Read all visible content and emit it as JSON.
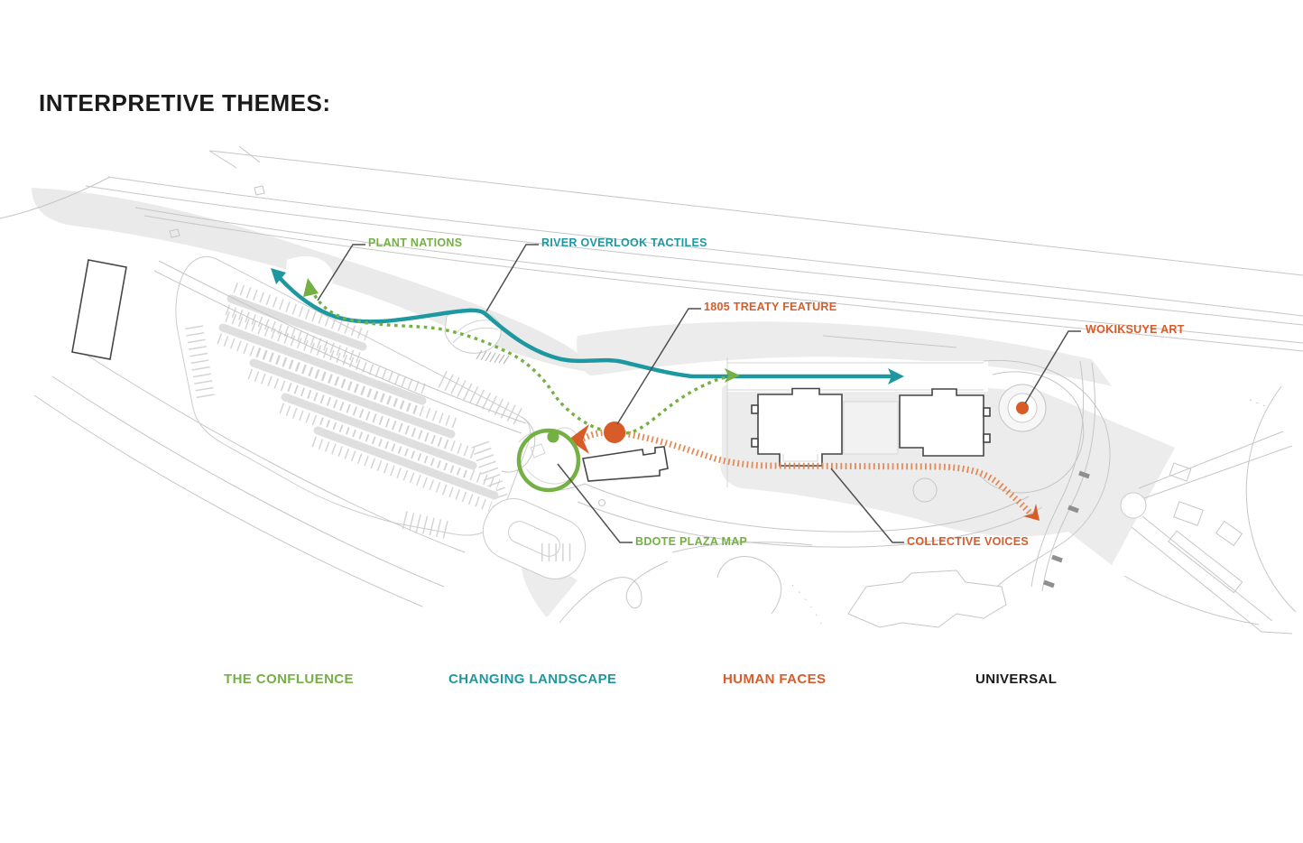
{
  "title": "INTERPRETIVE THEMES:",
  "colors": {
    "confluence": "#74b044",
    "changing": "#1d98a1",
    "human": "#d85c28",
    "human_light": "#e28a58",
    "ink": "#1a1a1a",
    "leader": "#4f4f4f"
  },
  "annotations": [
    {
      "text": "PLANT NATIONS",
      "theme": "confluence"
    },
    {
      "text": "RIVER OVERLOOK TACTILES",
      "theme": "changing"
    },
    {
      "text": "1805 TREATY FEATURE",
      "theme": "human"
    },
    {
      "text": "WOKIKSUYE ART",
      "theme": "human"
    },
    {
      "text": "BDOTE PLAZA MAP",
      "theme": "confluence"
    },
    {
      "text": "COLLECTIVE VOICES",
      "theme": "human"
    }
  ],
  "legend": {
    "items": [
      {
        "label": "THE CONFLUENCE",
        "theme": "confluence"
      },
      {
        "label": "CHANGING LANDSCAPE",
        "theme": "changing"
      },
      {
        "label": "HUMAN FACES",
        "theme": "human"
      },
      {
        "label": "UNIVERSAL",
        "theme": "ink"
      }
    ]
  }
}
